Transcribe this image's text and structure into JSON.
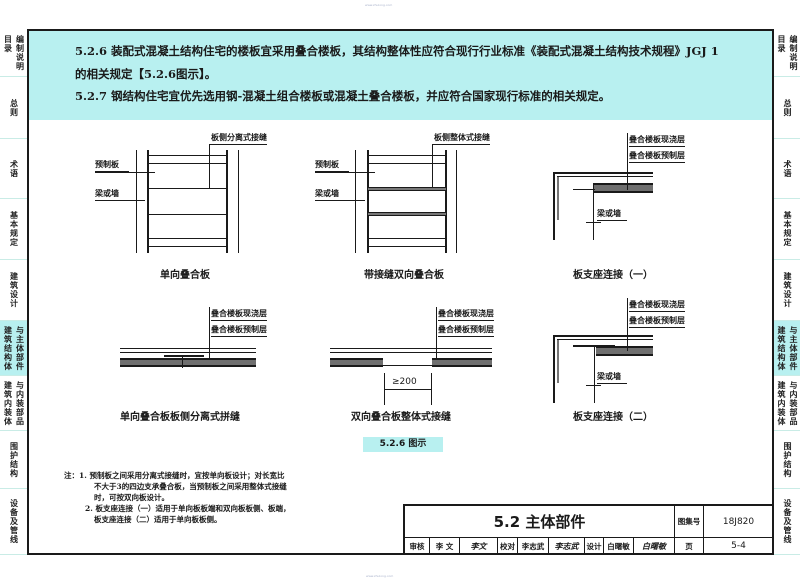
{
  "watermark": {
    "top": "www.zhulong.com",
    "bottom": "www.zhulong.com"
  },
  "side_tabs": [
    {
      "id": "compile-notes",
      "lines": [
        "目录",
        "编制说明"
      ],
      "active": false
    },
    {
      "id": "general",
      "lines": [
        "总则"
      ],
      "active": false
    },
    {
      "id": "terms",
      "lines": [
        "术语"
      ],
      "active": false
    },
    {
      "id": "basic-rules",
      "lines": [
        "基本规定"
      ],
      "active": false
    },
    {
      "id": "architectural-design",
      "lines": [
        "建筑设计"
      ],
      "active": false
    },
    {
      "id": "structure-main",
      "lines": [
        "建筑结构体",
        "与主体部件"
      ],
      "active": true
    },
    {
      "id": "interior",
      "lines": [
        "建筑内装体",
        "与内装部品"
      ],
      "active": false
    },
    {
      "id": "envelope",
      "lines": [
        "围护结构"
      ],
      "active": false
    },
    {
      "id": "equipment",
      "lines": [
        "设备及管线"
      ],
      "active": false
    }
  ],
  "clauses": {
    "c526_line1": "5.2.6 装配式混凝土结构住宅的楼板宜采用叠合楼板，其结构整体性应符合现行行业标准《装配式混凝土结构技术规程》JGJ 1",
    "c526_line2": "的相关规定【5.2.6图示】。",
    "c527": "5.2.7 钢结构住宅宜优先选用钢-混凝土组合楼板或混凝土叠合楼板，并应符合国家现行标准的相关规定。"
  },
  "figures": {
    "f1": {
      "caption": "单向叠合板",
      "labels": {
        "joint": "板侧分离式接缝",
        "precast": "预制板",
        "beam": "梁或墙"
      }
    },
    "f2": {
      "caption": "带接缝双向叠合板",
      "labels": {
        "joint": "板侧整体式接缝",
        "precast": "预制板",
        "beam": "梁或墙"
      }
    },
    "f3": {
      "caption": "板支座连接（一）",
      "labels": {
        "cast": "叠合楼板现浇层",
        "pre": "叠合楼板预制层",
        "beam": "梁或墙"
      }
    },
    "f4": {
      "caption": "单向叠合板板侧分离式拼缝",
      "labels": {
        "cast": "叠合楼板现浇层",
        "pre": "叠合楼板预制层"
      }
    },
    "f5": {
      "caption": "双向叠合板整体式接缝",
      "labels": {
        "cast": "叠合楼板现浇层",
        "pre": "叠合楼板预制层",
        "dim": "≥200"
      }
    },
    "f6": {
      "caption": "板支座连接（二）",
      "labels": {
        "cast": "叠合楼板现浇层",
        "pre": "叠合楼板预制层",
        "beam": "梁或墙"
      }
    }
  },
  "figure_badge": "5.2.6 图示",
  "notes": {
    "n1a": "注：1. 预制板之间采用分离式接缝时，宜按单向板设计；对长宽比",
    "n1b": "不大于3的四边支承叠合板，当预制板之间采用整体式接缝",
    "n1c": "时，可按双向板设计。",
    "n2a": "2. 板支座连接（一）适用于单向板板端和双向板板侧、板端，",
    "n2b": "板支座连接（二）适用于单向板板侧。"
  },
  "title_block": {
    "title": "5.2 主体部件",
    "atlas_label": "图集号",
    "atlas_no": "18J820",
    "review_label": "审核",
    "reviewer": "李 文",
    "reviewer_sig": "李文",
    "check_label": "校对",
    "checker": "李志武",
    "checker_sig": "李志武",
    "design_label": "设计",
    "designer": "白曙敏",
    "designer_sig": "白曙敏",
    "page_label": "页",
    "page_no": "5-4"
  }
}
